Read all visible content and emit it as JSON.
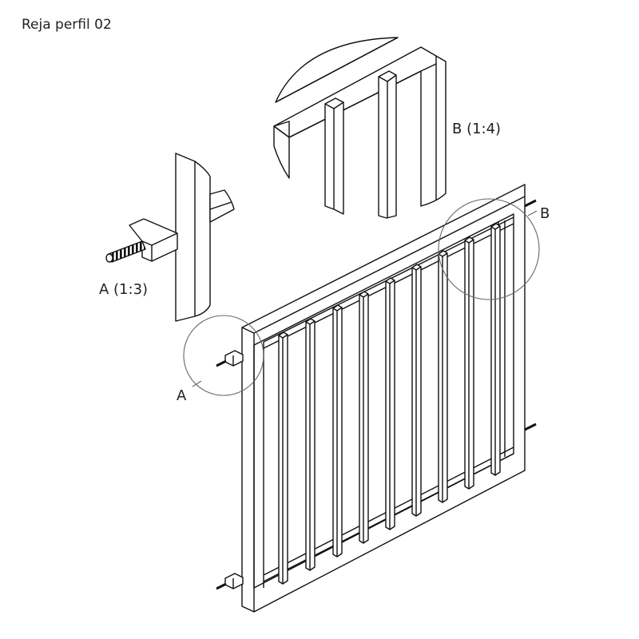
{
  "title": "Reja perfil 02",
  "callouts": {
    "detail_a_title": "A (1:3)",
    "detail_b_title": "B (1:4)",
    "marker_a": "A",
    "marker_b": "B"
  },
  "colors": {
    "line": "#111111",
    "circle": "#666666",
    "fill": "#ffffff"
  },
  "bars": 9
}
